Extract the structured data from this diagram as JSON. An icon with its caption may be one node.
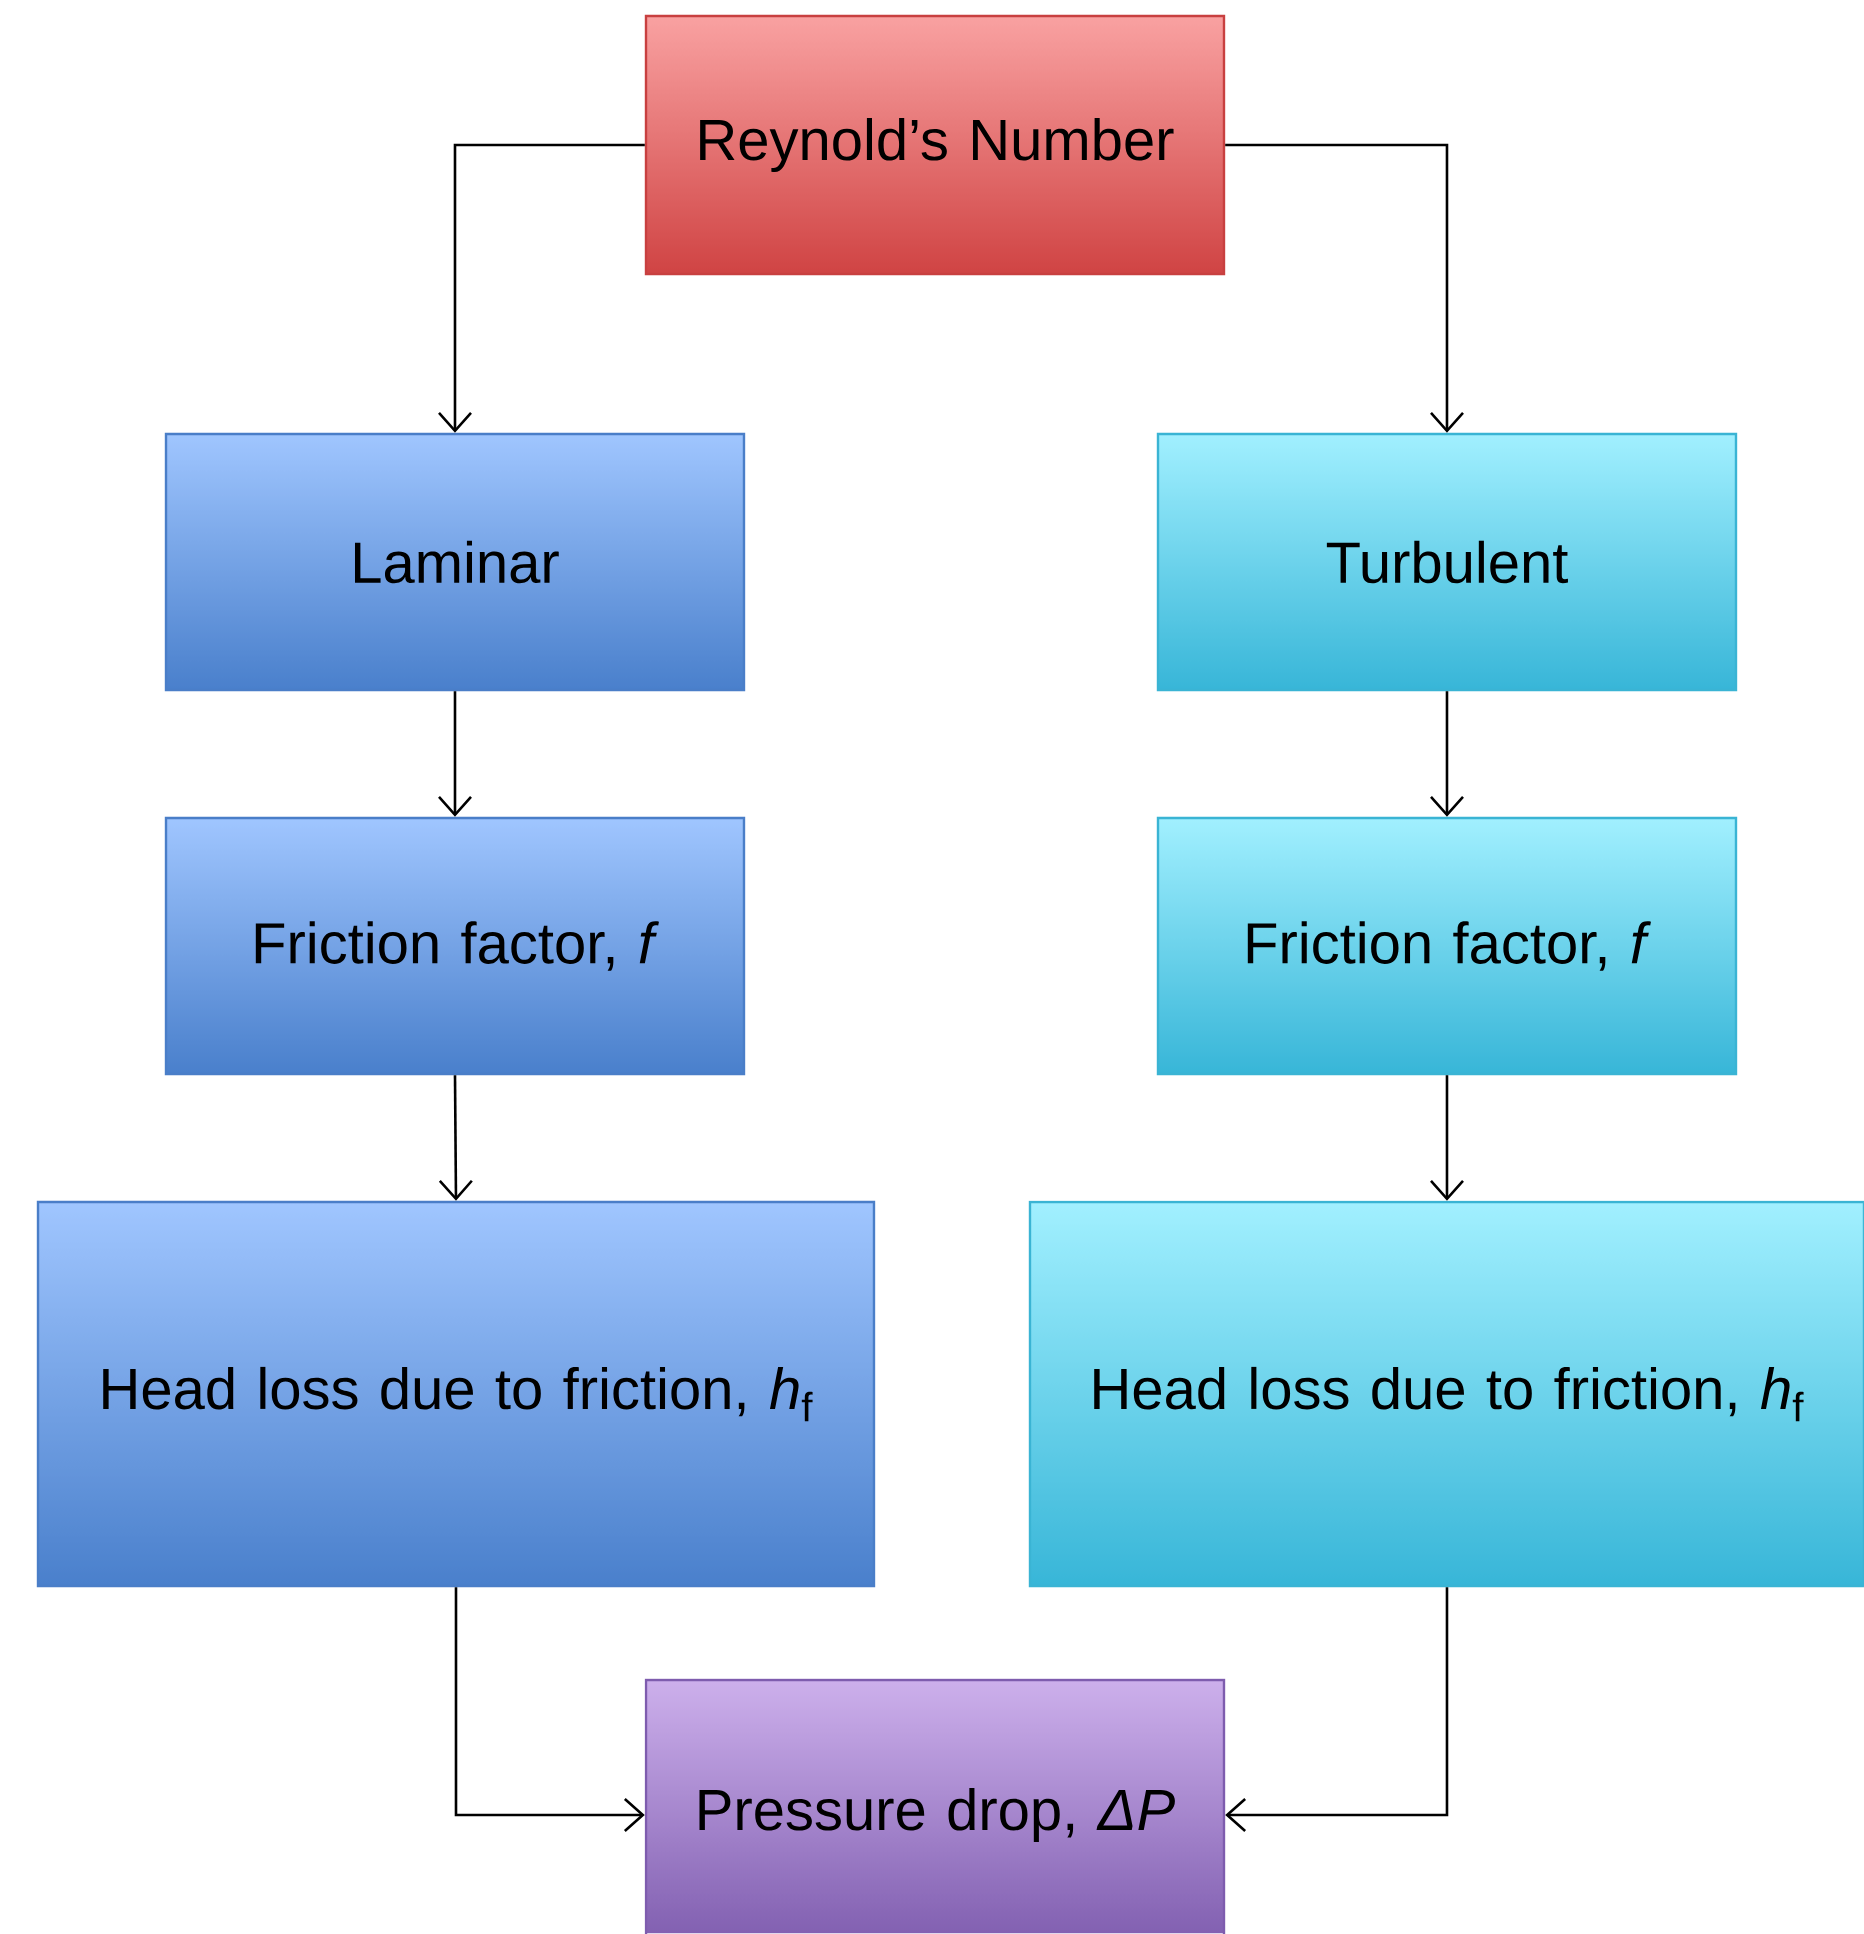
{
  "diagram": {
    "nodes": [
      {
        "text": [
          "Reynold’s Number"
        ]
      },
      {
        "text": [
          "Laminar"
        ]
      },
      {
        "text": [
          "Turbulent"
        ]
      },
      {
        "text": [
          "Friction factor, *f*"
        ]
      },
      {
        "text": [
          "Friction factor, *f*"
        ]
      },
      {
        "text": [
          "Head loss due to friction, *h*$_{f}$"
        ]
      },
      {
        "text": [
          "Head loss due to friction, *h*$_{f}$"
        ]
      },
      {
        "text": [
          "Pressure drop, *ΔP*"
        ]
      }
    ],
    "edges": [
      {
        "from": 0,
        "to": 1,
        "arrow": "to"
      },
      {
        "from": 0,
        "to": 2,
        "arrow": "to"
      },
      {
        "from": 1,
        "to": 3,
        "arrow": "to"
      },
      {
        "from": 2,
        "to": 4,
        "arrow": "to"
      },
      {
        "from": 3,
        "to": 5,
        "arrow": "to"
      },
      {
        "from": 4,
        "to": 6,
        "arrow": "to"
      },
      {
        "from": 5,
        "to": 7,
        "arrow": "to"
      },
      {
        "from": 6,
        "to": 7,
        "arrow": "to"
      }
    ]
  }
}
